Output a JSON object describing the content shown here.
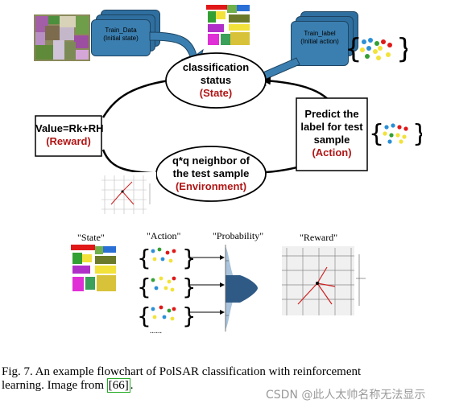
{
  "nodes": {
    "train_data": {
      "line1": "Train_Data",
      "line2": "(Initial state)"
    },
    "train_label": {
      "line1": "Train_label",
      "line2": "(Initial action)"
    },
    "classification": {
      "line1": "classification",
      "line2": "status",
      "tag": "(State)"
    },
    "neighbor": {
      "line1": "q*q neighbor of",
      "line2": "the test sample",
      "tag": "(Environment)"
    },
    "value": {
      "line1": "Value=Rk+RH",
      "tag": "(Reward)"
    },
    "predict": {
      "line1": "Predict the",
      "line2": "label for test",
      "line3": "sample",
      "tag": "(Action)"
    }
  },
  "bottom": {
    "state_label": "\"State\"",
    "action_label": "\"Action\"",
    "probability_label": "\"Probability\"",
    "reward_label": "\"Reward\"",
    "ellipsis": "......"
  },
  "caption": {
    "line1": "Fig. 7.   An example flowchart of PolSAR classification with reinforcement",
    "line2_prefix": "learning. Image from ",
    "ref": "[66]",
    "line2_suffix": "."
  },
  "watermark": "CSDN @此人太帅名称无法显示",
  "colors": {
    "red_label": "#b01515",
    "tab_blue": "#3b7fb0",
    "ref_box": "#22aa22"
  }
}
